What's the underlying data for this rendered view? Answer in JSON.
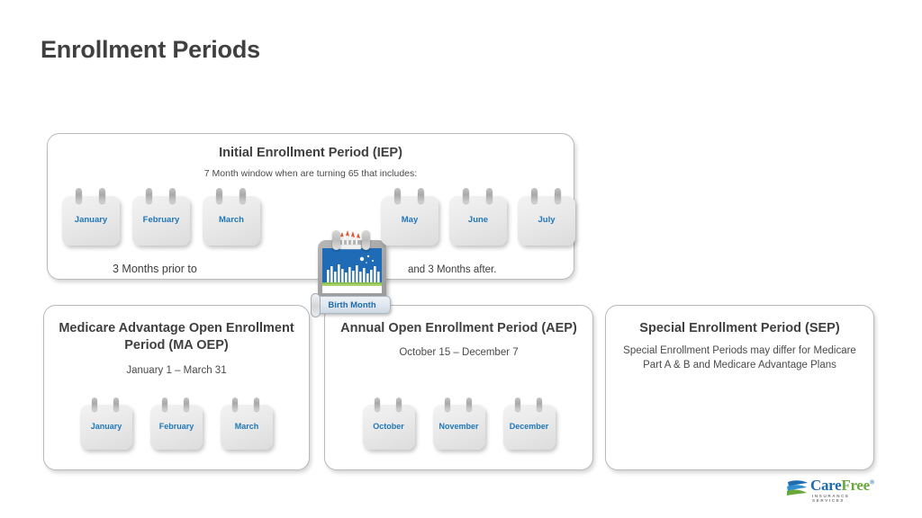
{
  "slide": {
    "title": "Enrollment Periods"
  },
  "iep": {
    "title": "Initial Enrollment Period (IEP)",
    "subtitle": "7 Month window when are turning 65 that includes:",
    "caption_prior": "3 Months prior to",
    "caption_after": "and 3 Months after.",
    "months_before": [
      "January",
      "February",
      "March"
    ],
    "birth_label": "Birth Month",
    "months_after": [
      "May",
      "June",
      "July"
    ]
  },
  "maoep": {
    "title": "Medicare Advantage Open Enrollment Period (MA OEP)",
    "subtitle": "January 1 – March 31",
    "months": [
      "January",
      "February",
      "March"
    ]
  },
  "aep": {
    "title": "Annual Open Enrollment Period (AEP)",
    "subtitle": "October 15 – December 7",
    "months": [
      "October",
      "November",
      "December"
    ]
  },
  "sep": {
    "title": "Special Enrollment Period  (SEP)",
    "subtitle": "Special Enrollment Periods may differ for Medicare Part A & B and Medicare Advantage Plans"
  },
  "logo": {
    "care": "Care",
    "free": "Free",
    "registered": "®",
    "tagline": "INSURANCE SERVICES"
  },
  "colors": {
    "month_blue": "#2077b8",
    "logo_blue": "#1f6cb0",
    "logo_green": "#6aa83c",
    "title_gray": "#404040"
  }
}
